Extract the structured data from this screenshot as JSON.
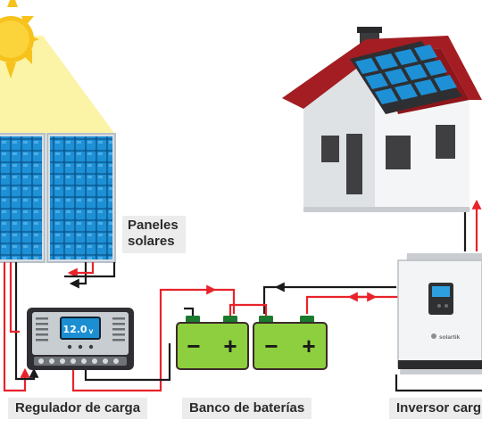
{
  "labels": {
    "panels_line1": "Paneles",
    "panels_line2": "solares",
    "regulator": "Regulador de carga",
    "battery_bank": "Banco de baterías",
    "inverter": "Inversor carg"
  },
  "regulator_display": {
    "value": "12.0",
    "unit": "V"
  },
  "inverter_brand": "solartik",
  "battery_terminals": {
    "negative": "−",
    "positive": "+"
  },
  "colors": {
    "positive_wire": "#e8232a",
    "negative_wire": "#1a1a1a",
    "solar_cell": "#1e90d6",
    "battery_body": "#8dcf3f",
    "roof": "#a31d22",
    "sun": "#f6c21b",
    "sun_beam": "#fbf3a6"
  }
}
